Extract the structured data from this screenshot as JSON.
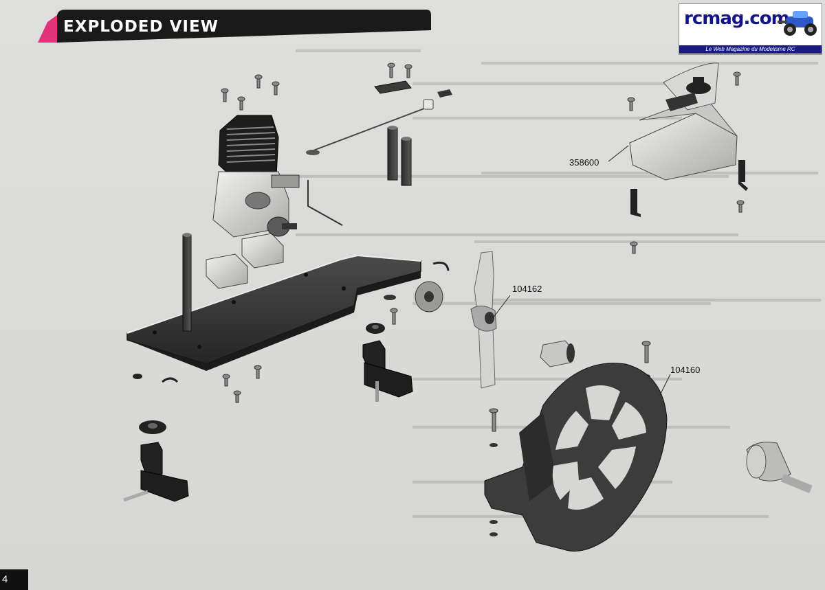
{
  "header": {
    "title": "EXPLODED VIEW",
    "accent_color": "#e0347a",
    "bar_color": "#1a1a1a"
  },
  "logo": {
    "name": "rcmag.com",
    "tagline": "Le Web Magazine du Modelisme RC",
    "color": "#14148a"
  },
  "part_numbers": {
    "fuel_tank": "358600",
    "glow_plug_clip": "104162",
    "flywheel_guard": "104160"
  },
  "page": {
    "number": "4"
  }
}
